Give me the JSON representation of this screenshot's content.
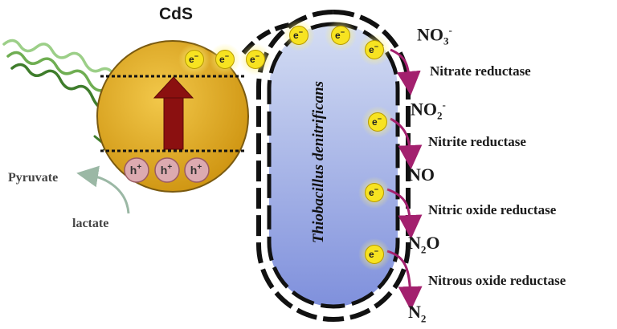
{
  "cds_label": "CdS",
  "bacterium_label": "Thiobacillus denitrificans",
  "electron": {
    "base": "e",
    "charge": "−"
  },
  "hole": {
    "base": "h",
    "charge": "+"
  },
  "pyruvate_label": "Pyruvate",
  "lactate_label": "lactate",
  "species": [
    {
      "base": "NO",
      "sub": "3",
      "sup": "-"
    },
    {
      "base": "NO",
      "sub": "2",
      "sup": "-"
    },
    {
      "base": "NO",
      "sub": "",
      "sup": ""
    },
    {
      "base": "N",
      "sub": "2",
      "sup": "",
      "tail": "O"
    },
    {
      "base": "N",
      "sub": "2",
      "sup": ""
    }
  ],
  "enzymes": [
    "Nitrate reductase",
    "Nitrite reductase",
    "Nitric oxide reductase",
    "Nitrous oxide reductase"
  ],
  "colors": {
    "cds_fill": "#e0a91a",
    "cell_fill_top": "#c7d3f0",
    "cell_fill_bottom": "#7f90dc",
    "electron_fill": "#f7e321",
    "hole_fill": "#dcaab0",
    "arrow_red": "#8b1010",
    "pathway_magenta": "#a3206e",
    "light_wave": "#4f8f3c"
  }
}
